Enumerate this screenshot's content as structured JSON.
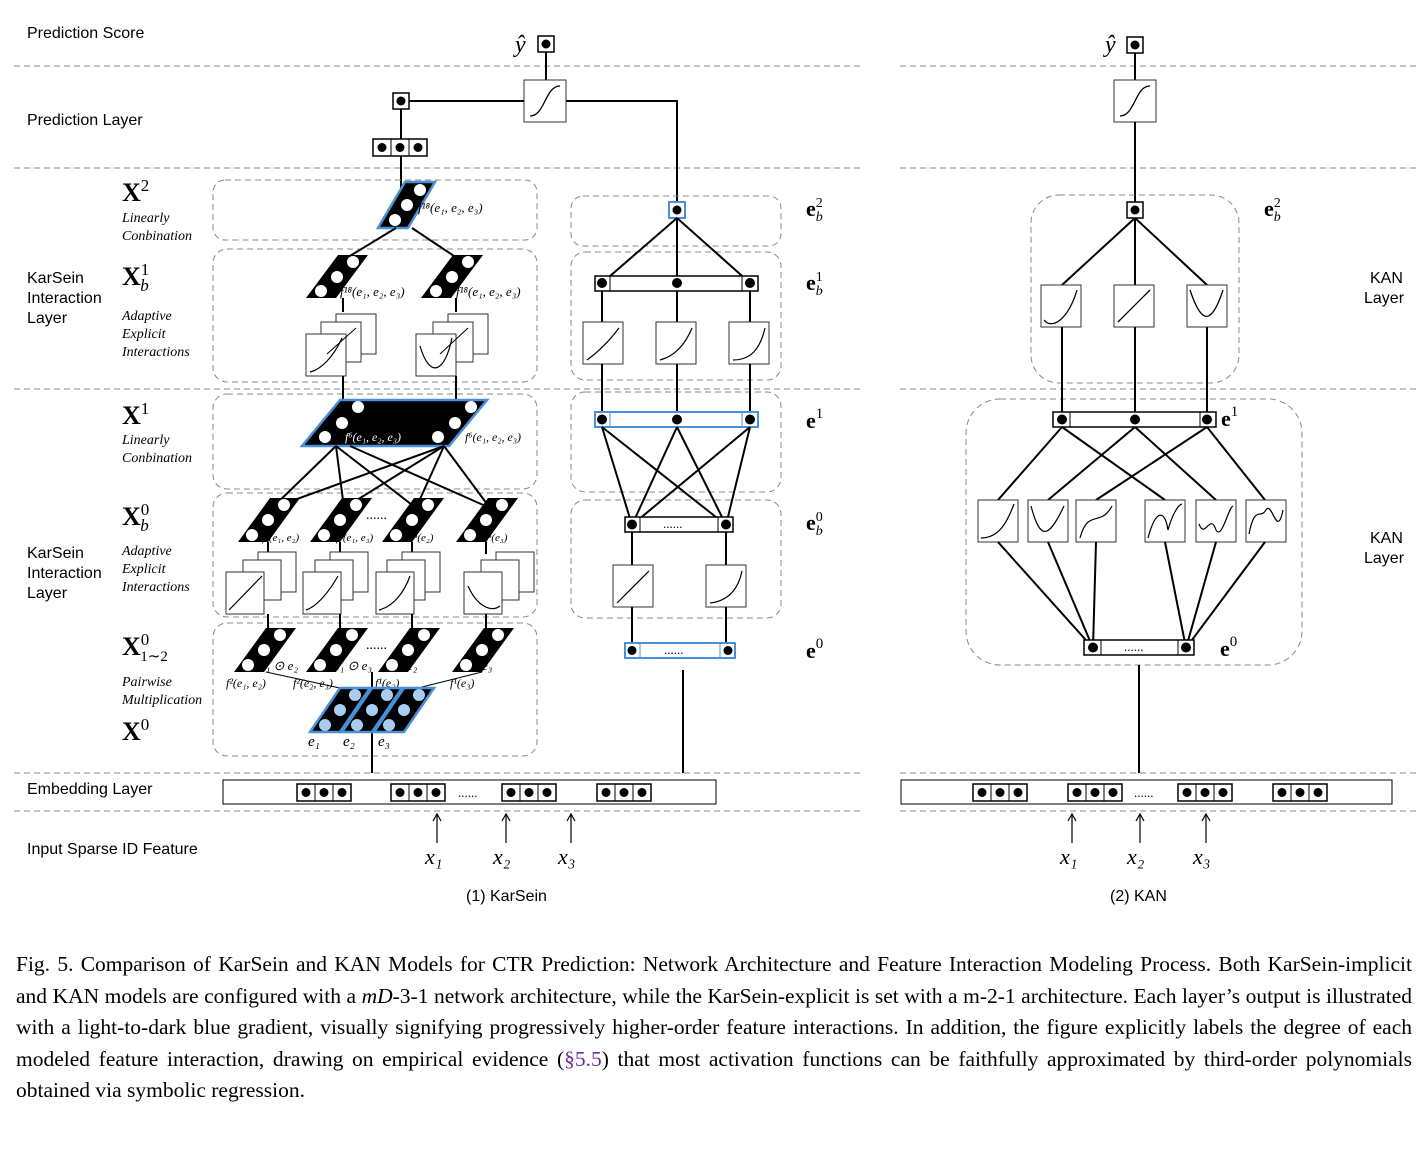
{
  "rows": {
    "prediction_score": "Prediction Score",
    "prediction_layer": "Prediction Layer",
    "karsein_interaction_1": [
      "KarSein",
      "Interaction",
      "Layer"
    ],
    "karsein_interaction_2": [
      "KarSein",
      "Interaction",
      "Layer"
    ],
    "embedding_layer": "Embedding Layer",
    "input_feature": "Input Sparse ID Feature"
  },
  "karsein": {
    "subtitle": "(1) KarSein",
    "output_symbol": "ŷ",
    "x2": {
      "symbol": "X",
      "sup": "2",
      "desc": [
        "Linearly",
        "Conbination"
      ],
      "func": "f¹⁸(e₁, e₂, e₃)"
    },
    "xb1": {
      "symbol": "X",
      "sup": "1",
      "sub": "b",
      "desc": [
        "Adaptive",
        "Explicit",
        "Interactions"
      ],
      "funcs": [
        "f¹⁸(e₁, e₂, e₃)",
        "f¹⁸(e₁, e₂, e₃)"
      ]
    },
    "x1": {
      "symbol": "X",
      "sup": "1",
      "desc": [
        "Linearly",
        "Conbination"
      ],
      "funcs": [
        "f⁶(e₁, e₂, e₃)",
        "f⁶(e₁, e₂, e₃)"
      ]
    },
    "xb0": {
      "symbol": "X",
      "sup": "0",
      "sub": "b",
      "desc": [
        "Adaptive",
        "Explicit",
        "Interactions"
      ],
      "funcs": [
        "f⁶(e₁, e₂)",
        "f⁶(e₁, e₃)",
        "f³(e₂)",
        "f³(e₃)"
      ],
      "dots": "......"
    },
    "x012": {
      "symbol": "X",
      "sup": "0",
      "sub": "1∼2",
      "desc": [
        "Pairwise",
        "Multiplication"
      ],
      "terms": [
        "e₁ ⊙ e₂",
        "e₁ ⊙ e₃",
        "e₂",
        "e₃"
      ],
      "funcs": [
        "f²(e₁, e₂)",
        "f²(e₂, e₃)",
        "f¹(e₂)",
        "f¹(e₃)"
      ],
      "dots": "......"
    },
    "x0": {
      "symbol": "X",
      "sup": "0",
      "embeds": [
        "e₁",
        "e₂",
        "e₃"
      ]
    },
    "implicit": {
      "eb2": "e",
      "eb2_sup": "2",
      "eb2_sub": "b",
      "eb1": "e",
      "eb1_sup": "1",
      "eb1_sub": "b",
      "e1": "e",
      "e1_sup": "1",
      "eb0": "e",
      "eb0_sup": "0",
      "eb0_sub": "b",
      "e0": "e",
      "e0_sup": "0",
      "dots": "......"
    },
    "embedding_dots": "......",
    "inputs": [
      "x₁",
      "x₂",
      "x₃"
    ]
  },
  "kan": {
    "subtitle": "(2) KAN",
    "output_symbol": "ŷ",
    "layer_label_1": [
      "KAN",
      "Layer"
    ],
    "layer_label_2": [
      "KAN",
      "Layer"
    ],
    "eb2": "e",
    "eb2_sup": "2",
    "eb2_sub": "b",
    "e1": "e",
    "e1_sup": "1",
    "e0": "e",
    "e0_sup": "0",
    "dots": "......",
    "embedding_dots": "......",
    "inputs": [
      "x₁",
      "x₂",
      "x₃"
    ]
  },
  "caption": {
    "text_before_link": "Fig. 5.  Comparison of KarSein and KAN Models for CTR Prediction: Network Architecture and Feature Interaction Modeling Process. Both KarSein-implicit and KAN models are configured with a ",
    "math": "mD",
    "text_mid": "-3-1 network architecture, while the KarSein-explicit is set with a m-2-1 architecture. Each layer’s output is illustrated with a light-to-dark blue gradient, visually signifying progressively higher-order feature interactions. In addition, the figure explicitly labels the degree of each modeled feature interaction, drawing on empirical evidence (",
    "link": "§5.5",
    "text_after_link": ") that most activation functions can be faithfully approximated by third-order polynomials obtained via symbolic regression."
  },
  "colors": {
    "highlight_blue": "#4a90d9",
    "light_blue": "#a9cdf0"
  }
}
